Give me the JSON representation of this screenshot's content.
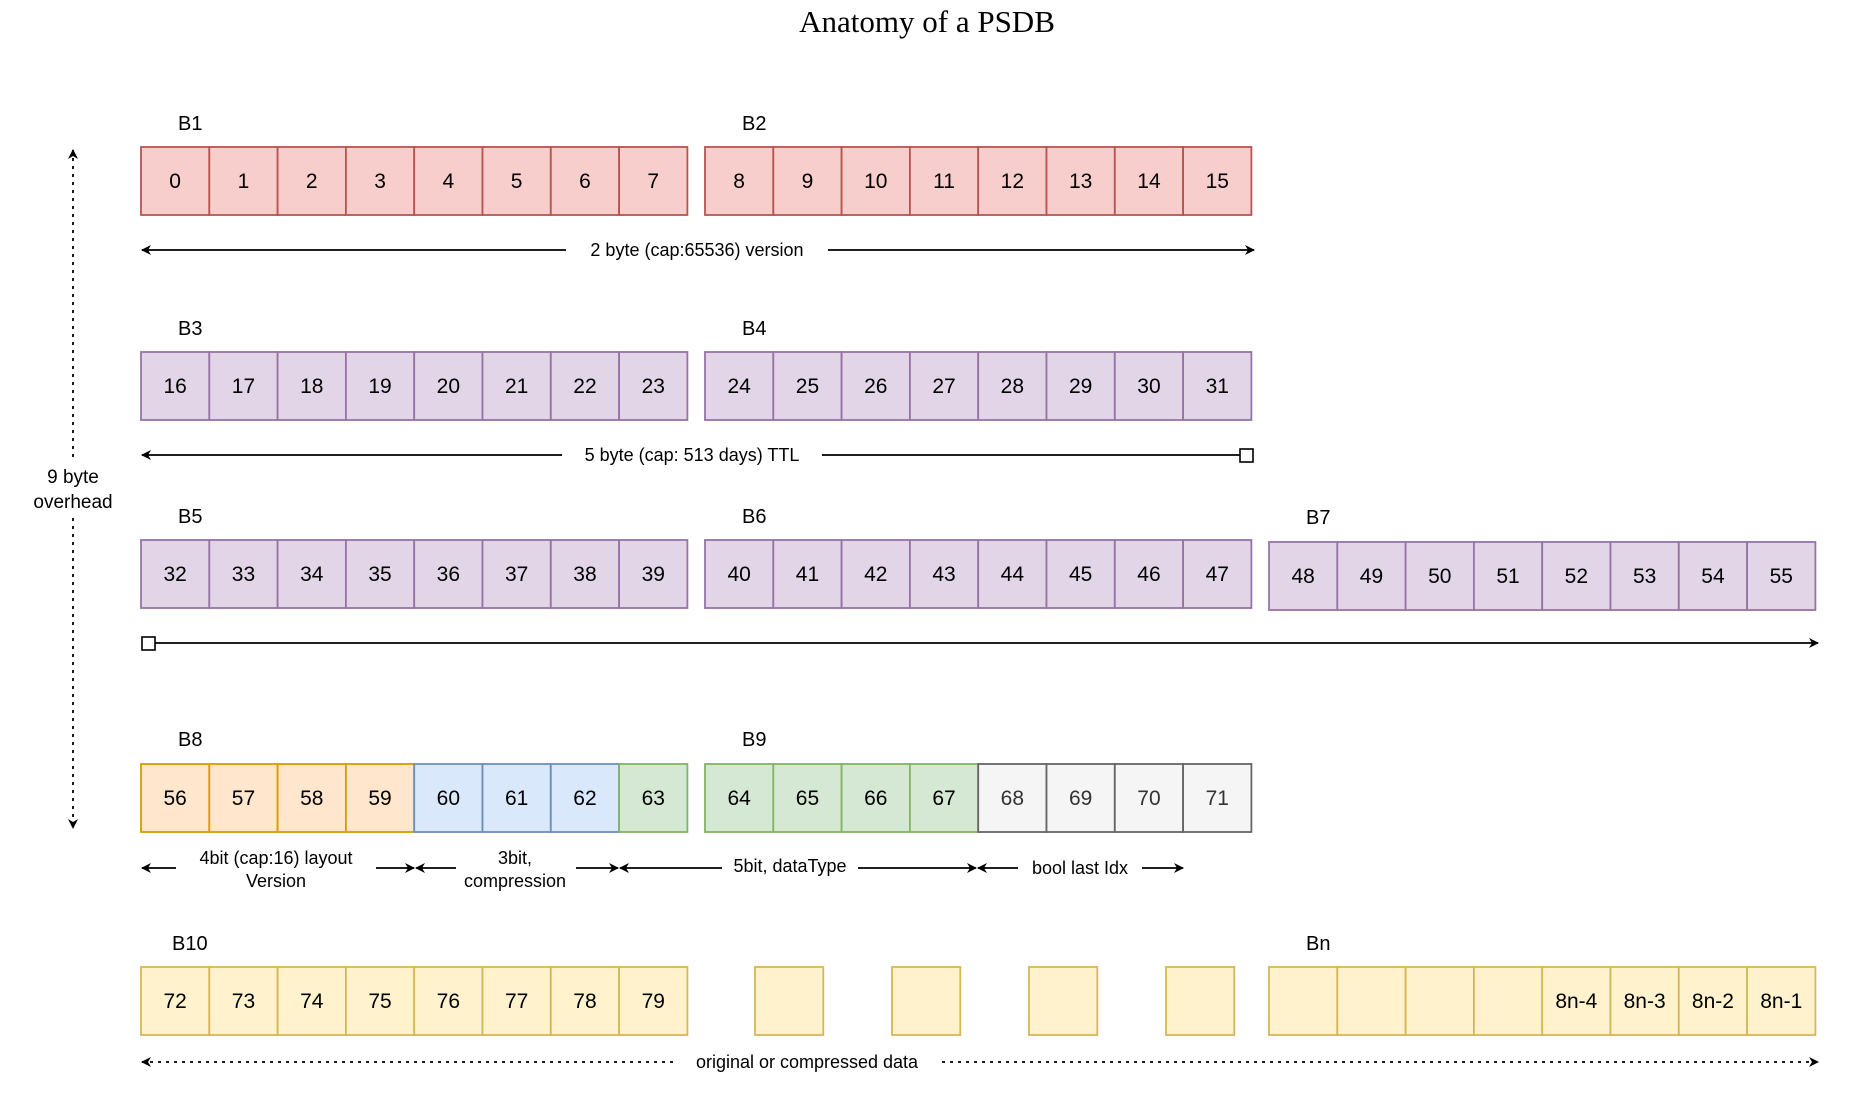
{
  "title": "Anatomy of a PSDB",
  "colors": {
    "red": {
      "fill": "#f8cecc",
      "stroke": "#b85450"
    },
    "purple": {
      "fill": "#e1d5e7",
      "stroke": "#9673a6"
    },
    "orange": {
      "fill": "#ffe6cc",
      "stroke": "#d79b00"
    },
    "blue": {
      "fill": "#dae8fc",
      "stroke": "#6c8ebf"
    },
    "green": {
      "fill": "#d5e8d4",
      "stroke": "#82b366"
    },
    "gray": {
      "fill": "#f5f5f5",
      "stroke": "#666666"
    },
    "yellow": {
      "fill": "#fff2cc",
      "stroke": "#d6b656"
    }
  },
  "byte_labels": {
    "b1": "B1",
    "b2": "B2",
    "b3": "B3",
    "b4": "B4",
    "b5": "B5",
    "b6": "B6",
    "b7": "B7",
    "b8": "B8",
    "b9": "B9",
    "b10": "B10",
    "bn": "Bn"
  },
  "bytes": {
    "b1": [
      "0",
      "1",
      "2",
      "3",
      "4",
      "5",
      "6",
      "7"
    ],
    "b2": [
      "8",
      "9",
      "10",
      "11",
      "12",
      "13",
      "14",
      "15"
    ],
    "b3": [
      "16",
      "17",
      "18",
      "19",
      "20",
      "21",
      "22",
      "23"
    ],
    "b4": [
      "24",
      "25",
      "26",
      "27",
      "28",
      "29",
      "30",
      "31"
    ],
    "b5": [
      "32",
      "33",
      "34",
      "35",
      "36",
      "37",
      "38",
      "39"
    ],
    "b6": [
      "40",
      "41",
      "42",
      "43",
      "44",
      "45",
      "46",
      "47"
    ],
    "b7": [
      "48",
      "49",
      "50",
      "51",
      "52",
      "53",
      "54",
      "55"
    ],
    "b8": [
      "56",
      "57",
      "58",
      "59",
      "60",
      "61",
      "62",
      "63"
    ],
    "b9": [
      "64",
      "65",
      "66",
      "67",
      "68",
      "69",
      "70",
      "71"
    ],
    "b10": [
      "72",
      "73",
      "74",
      "75",
      "76",
      "77",
      "78",
      "79"
    ],
    "bn": [
      "",
      "",
      "",
      "",
      "8n-4",
      "8n-3",
      "8n-2",
      "8n-1"
    ]
  },
  "spans": {
    "version": "2 byte (cap:65536) version",
    "ttl": "5 byte (cap: 513 days) TTL",
    "layout_line1": "4bit (cap:16) layout",
    "layout_line2": "Version",
    "compression_line1": "3bit,",
    "compression_line2": "compression",
    "datatype": "5bit, dataType",
    "last_idx": "bool last Idx",
    "data": "original or compressed data"
  },
  "overhead": {
    "line1": "9 byte",
    "line2": "overhead"
  }
}
